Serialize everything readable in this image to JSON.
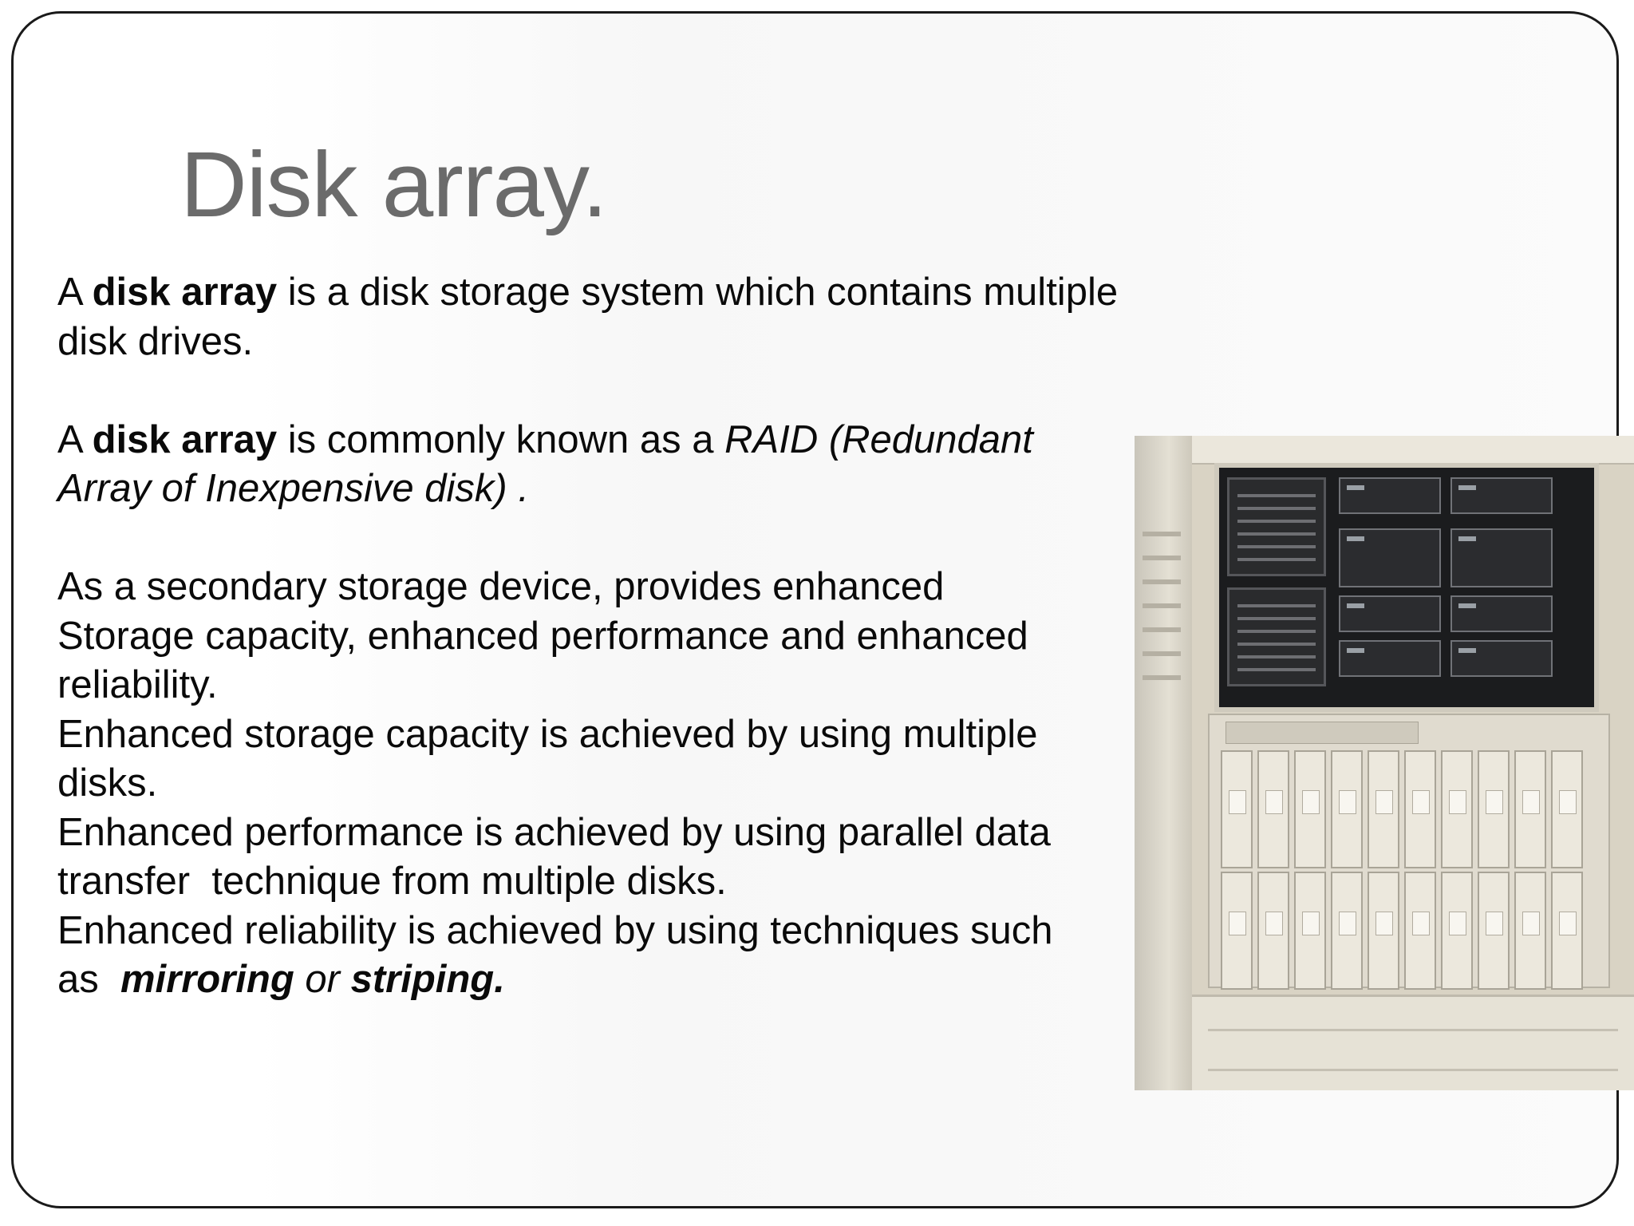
{
  "slide": {
    "title": "Disk array.",
    "para1": {
      "prefix": "A ",
      "bold": "disk array",
      "rest": " is a disk storage system which contains multiple disk drives."
    },
    "para2": {
      "prefix": "A ",
      "bold": "disk array",
      "mid": " is commonly known as a ",
      "italic_line1": "RAID (Redundant",
      "italic_line2": "Array of Inexpensive disk) ."
    },
    "para3": {
      "line1": "As a secondary storage device, provides enhanced",
      "line2": "Storage capacity, enhanced performance and enhanced",
      "line3": "reliability."
    },
    "para4": {
      "line1": "Enhanced storage capacity is achieved by using multiple",
      "line2": "disks."
    },
    "para5": {
      "line1": "Enhanced performance is achieved by using parallel data",
      "line2": "transfer  technique from multiple disks."
    },
    "para6": {
      "line1": "Enhanced reliability is achieved by using techniques such",
      "line2_prefix": "as  ",
      "bold_italic1": "mirroring",
      "or_word": " or ",
      "bold_italic2": "striping."
    }
  },
  "colors": {
    "title": "#6b6b6b",
    "body_text": "#0a0a0a",
    "frame_border": "#1a1a1a"
  }
}
